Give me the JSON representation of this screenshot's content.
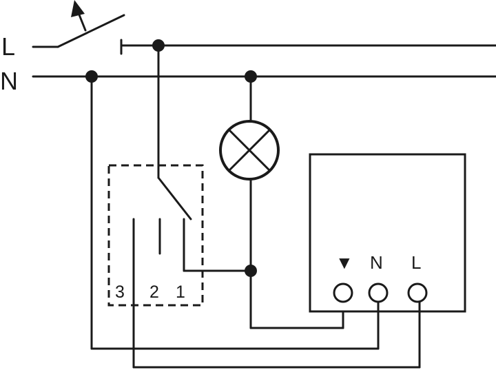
{
  "mains": {
    "line_label": "L",
    "neutral_label": "N"
  },
  "switch_box": {
    "terminal_labels": [
      "3",
      "2",
      "1"
    ]
  },
  "device": {
    "terminal_labels": {
      "output": "▼",
      "neutral": "N",
      "line": "L"
    }
  },
  "icons": {
    "mains_switch": "push-button-switch-icon",
    "lamp": "lamp-icon"
  }
}
